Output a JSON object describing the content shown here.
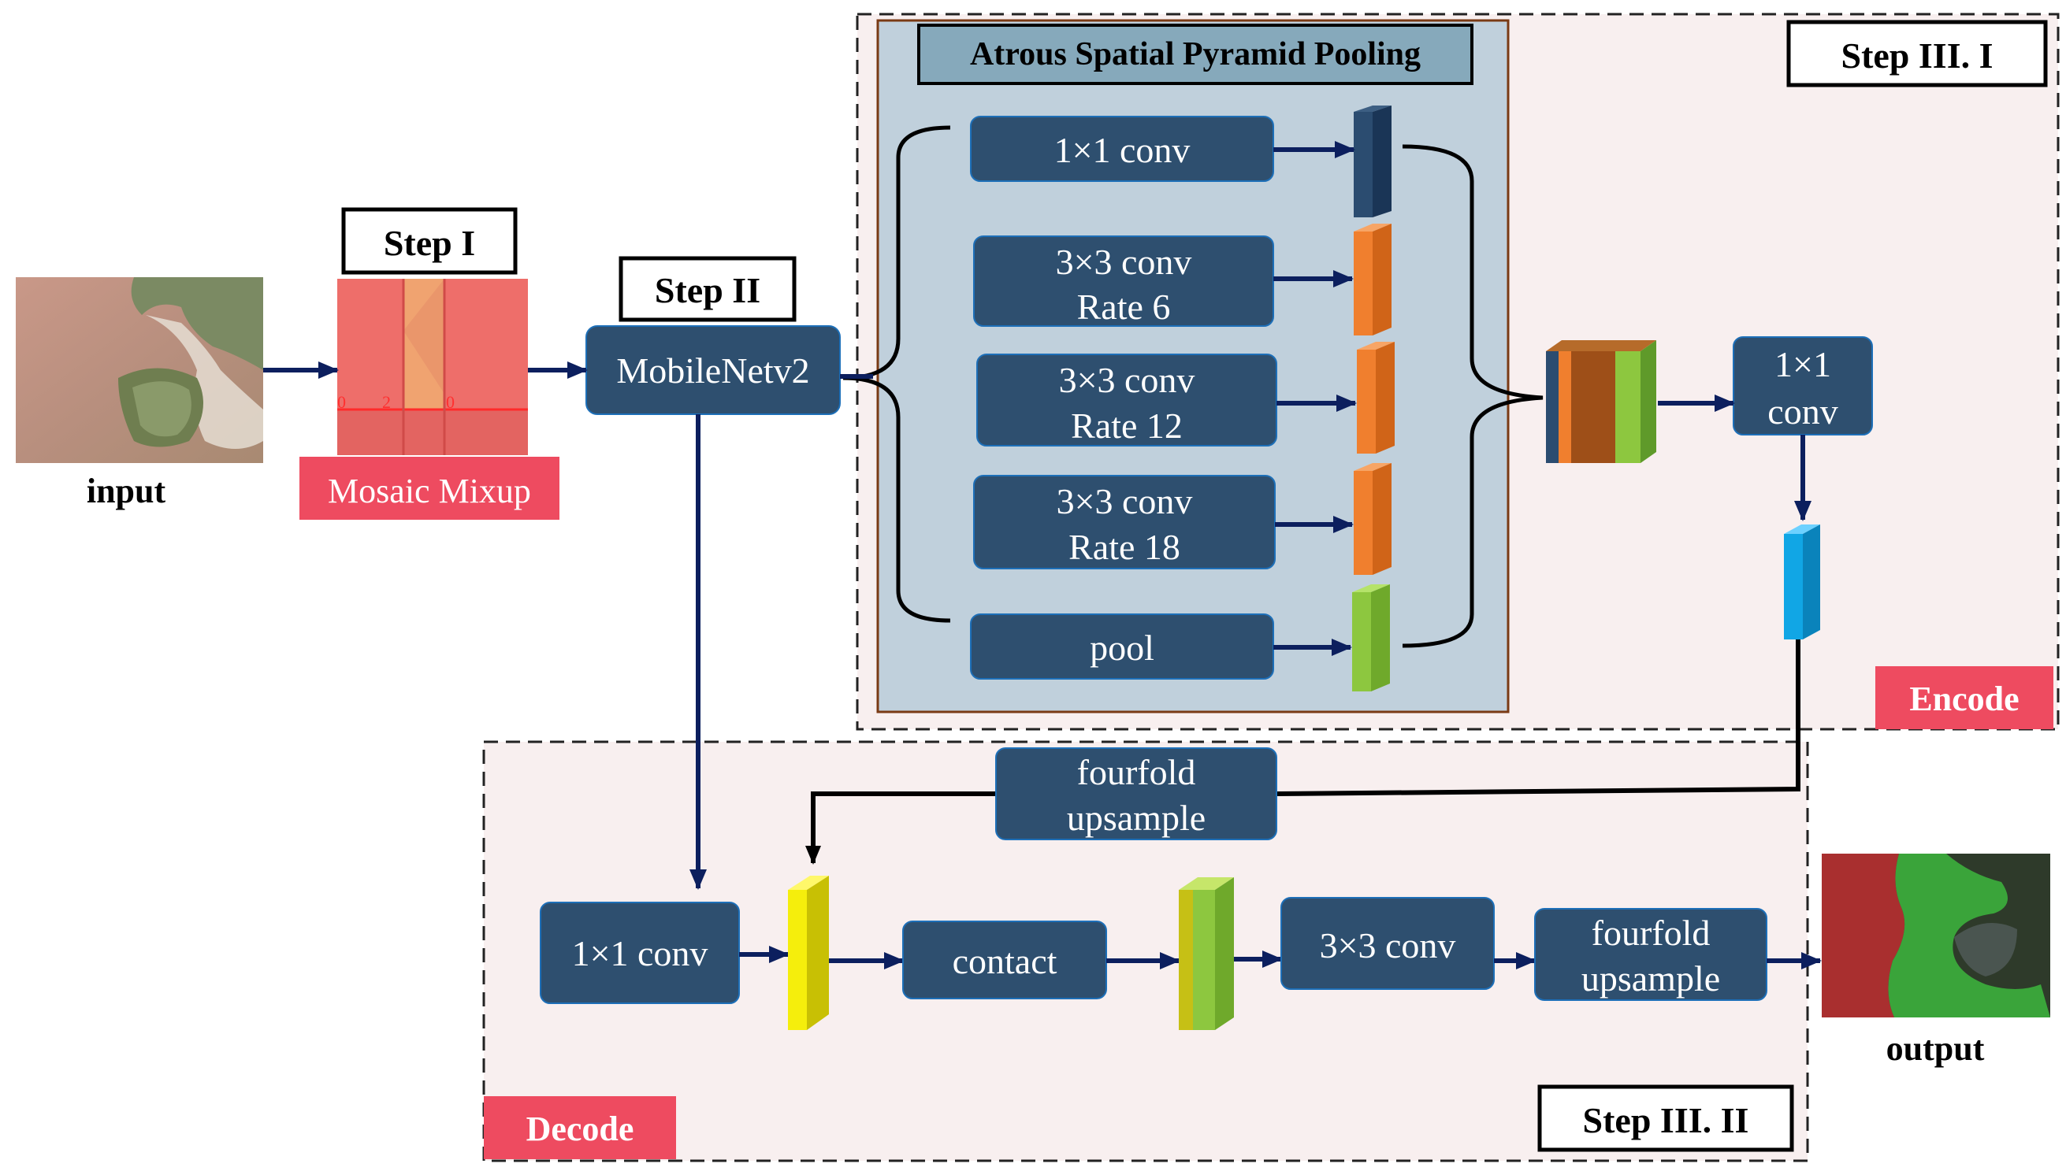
{
  "labels": {
    "input": "input",
    "output": "output",
    "step1": "Step I",
    "step2": "Step II",
    "step3_1": "Step III. I",
    "step3_2": "Step III. II",
    "mosaic": "Mosaic Mixup",
    "mosaic_digit_a": "0",
    "mosaic_digit_b": "2",
    "mosaic_digit_c": "0",
    "mobilenet": "MobileNetv2",
    "aspp_title": "Atrous Spatial Pyramid Pooling",
    "encode": "Encode",
    "decode": "Decode"
  },
  "aspp": {
    "conv1": [
      "1×1 conv"
    ],
    "rate6": [
      "3×3 conv",
      "Rate 6"
    ],
    "rate12": [
      "3×3 conv",
      "Rate 12"
    ],
    "rate18": [
      "3×3 conv",
      "Rate 18"
    ],
    "pool": [
      "pool"
    ]
  },
  "encoder": {
    "conv": [
      "1×1",
      "conv"
    ]
  },
  "decoder": {
    "upsample_top": [
      "fourfold",
      "upsample"
    ],
    "conv1": [
      "1×1 conv"
    ],
    "contact": [
      "contact"
    ],
    "conv3": [
      "3×3 conv"
    ],
    "upsample_out": [
      "fourfold",
      "upsample"
    ]
  },
  "colors": {
    "block": "#2e4f6f",
    "aspp_bg": "#c0d0dc",
    "panel_bg": "#f8efef",
    "tag": "#ee4b60",
    "arrow": "#0c1f5e",
    "orange": "#f07f2e",
    "green": "#8dc73f",
    "yellow": "#f5ee0c",
    "cyan": "#11a6e5",
    "navy": "#1f3b63"
  }
}
